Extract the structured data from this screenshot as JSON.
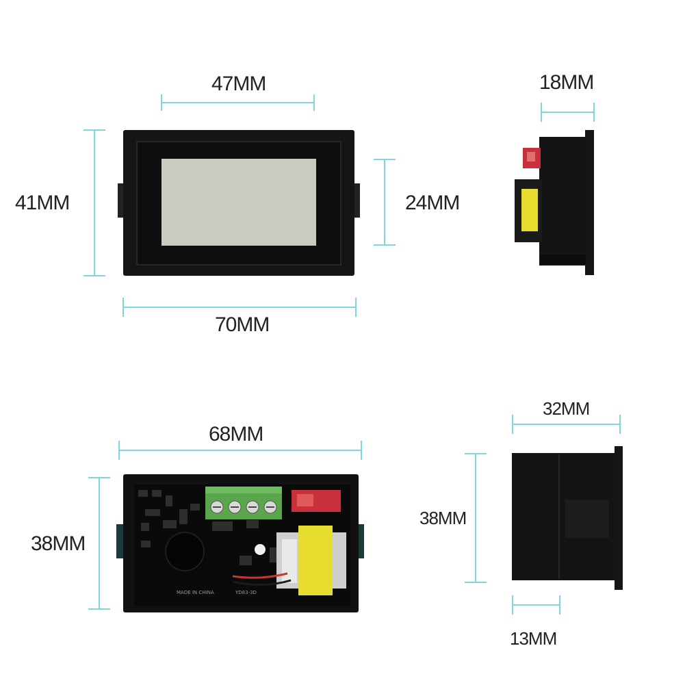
{
  "colors": {
    "dimension_line": "#7fd7dc",
    "device_body": "#151515",
    "lcd": "#c9cdbf",
    "terminal_block": "#5aa64c",
    "switch": "#c8303c",
    "transformer_tape": "#e7dd2e"
  },
  "views": {
    "front": {
      "width_label": "70MM",
      "height_label": "41MM",
      "screen_width_label": "47MM",
      "screen_height_label": "24MM"
    },
    "side_top": {
      "depth_label": "18MM"
    },
    "back": {
      "width_label": "68MM",
      "height_label": "38MM",
      "pcb_text_1": "MADE IN CHINA",
      "pcb_text_2": "YD83-3D"
    },
    "side_bottom": {
      "depth_label": "32MM",
      "height_label": "38MM",
      "bezel_label": "13MM"
    }
  }
}
